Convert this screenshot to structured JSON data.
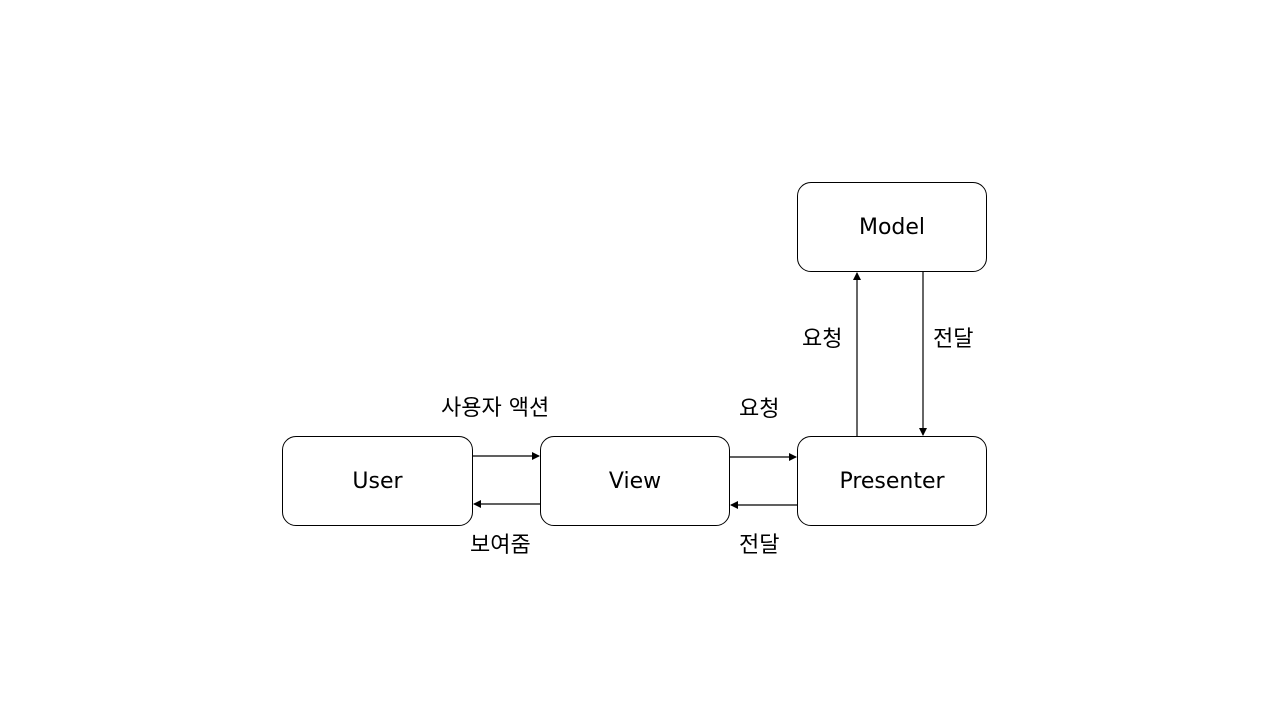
{
  "nodes": {
    "user": "User",
    "view": "View",
    "presenter": "Presenter",
    "model": "Model"
  },
  "edges": {
    "user_to_view": "사용자 액션",
    "view_to_user": "보여줌",
    "view_to_presenter": "요청",
    "presenter_to_view": "전달",
    "presenter_to_model": "요청",
    "model_to_presenter": "전달"
  }
}
